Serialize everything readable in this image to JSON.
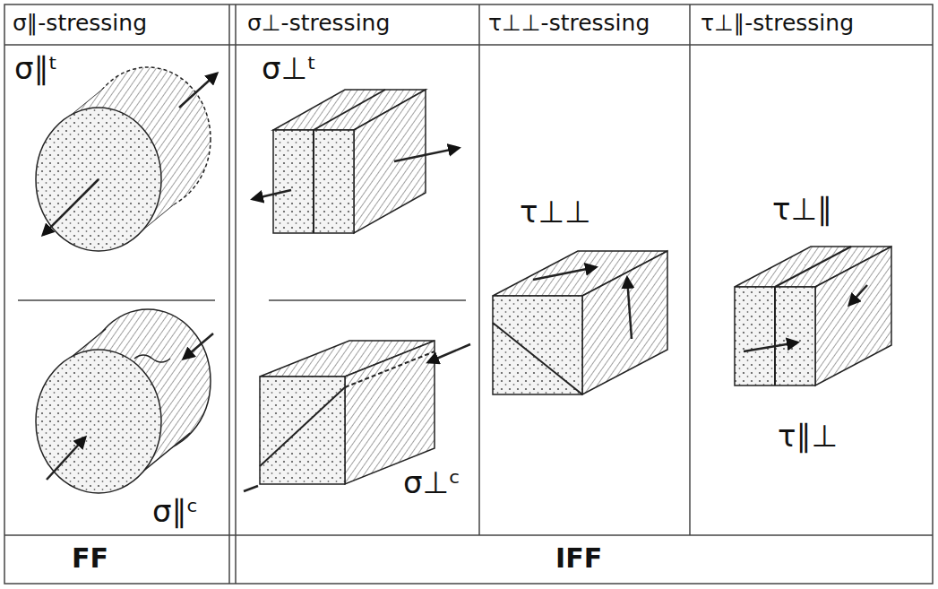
{
  "diagram": {
    "labels": [
      "σ∥-stressing",
      "σ⊥-stressing",
      "τ⊥⊥-stressing",
      "τ⊥∥-stressing",
      "σ∥ᵗ",
      "σ⊥ᵗ",
      "τ⊥⊥",
      "τ⊥∥",
      "σ⊥ᶜ",
      "σ∥ᶜ",
      "τ∥⊥",
      "FF",
      "IFF"
    ]
  }
}
